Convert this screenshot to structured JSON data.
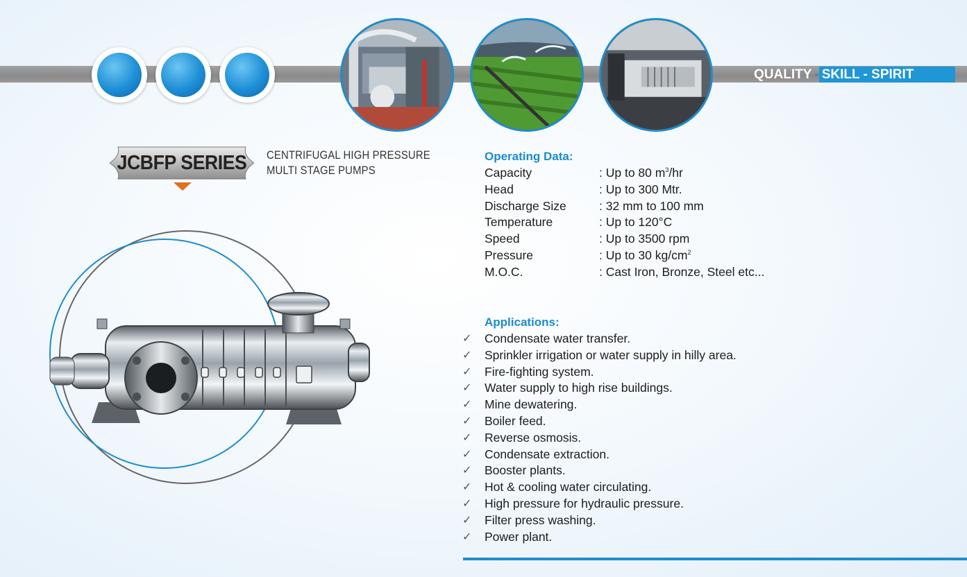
{
  "header": {
    "motto": {
      "quality": "QUALITY",
      "sep1": "-",
      "skill": "SKILL - SPIRIT"
    }
  },
  "colors": {
    "accent": "#1f8ccc",
    "arrow": "#e0701e",
    "band": "#999999"
  },
  "series": {
    "name": "JCBFP SERIES",
    "desc_line1": "CENTRIFUGAL HIGH PRESSURE",
    "desc_line2": "MULTI STAGE PUMPS"
  },
  "operating": {
    "heading": "Operating Data:",
    "rows": [
      {
        "label": "Capacity",
        "value_pre": ": Up to 80 m",
        "sup": "3",
        "value_post": "/hr"
      },
      {
        "label": "Head",
        "value_pre": ": Up to 300 Mtr.",
        "sup": "",
        "value_post": ""
      },
      {
        "label": "Discharge Size",
        "value_pre": ": 32 mm to 100 mm",
        "sup": "",
        "value_post": ""
      },
      {
        "label": "Temperature",
        "value_pre": ": Up to 120°C",
        "sup": "",
        "value_post": ""
      },
      {
        "label": "Speed",
        "value_pre": ": Up to 3500 rpm",
        "sup": "",
        "value_post": ""
      },
      {
        "label": "Pressure",
        "value_pre": ": Up to 30 kg/cm",
        "sup": "2",
        "value_post": ""
      },
      {
        "label": "M.O.C.",
        "value_pre": ": Cast Iron, Bronze, Steel etc...",
        "sup": "",
        "value_post": ""
      }
    ]
  },
  "applications": {
    "heading": "Applications:",
    "tick": "✓",
    "items": [
      "Condensate water transfer.",
      "Sprinkler irrigation or water supply in hilly area.",
      "Fire-fighting system.",
      "Water supply to high rise buildings.",
      "Mine dewatering.",
      "Boiler feed.",
      "Reverse osmosis.",
      "Condensate extraction.",
      "Booster plants.",
      "Hot & cooling water circulating.",
      "High pressure for hydraulic pressure.",
      "Filter press washing.",
      "Power plant."
    ]
  }
}
